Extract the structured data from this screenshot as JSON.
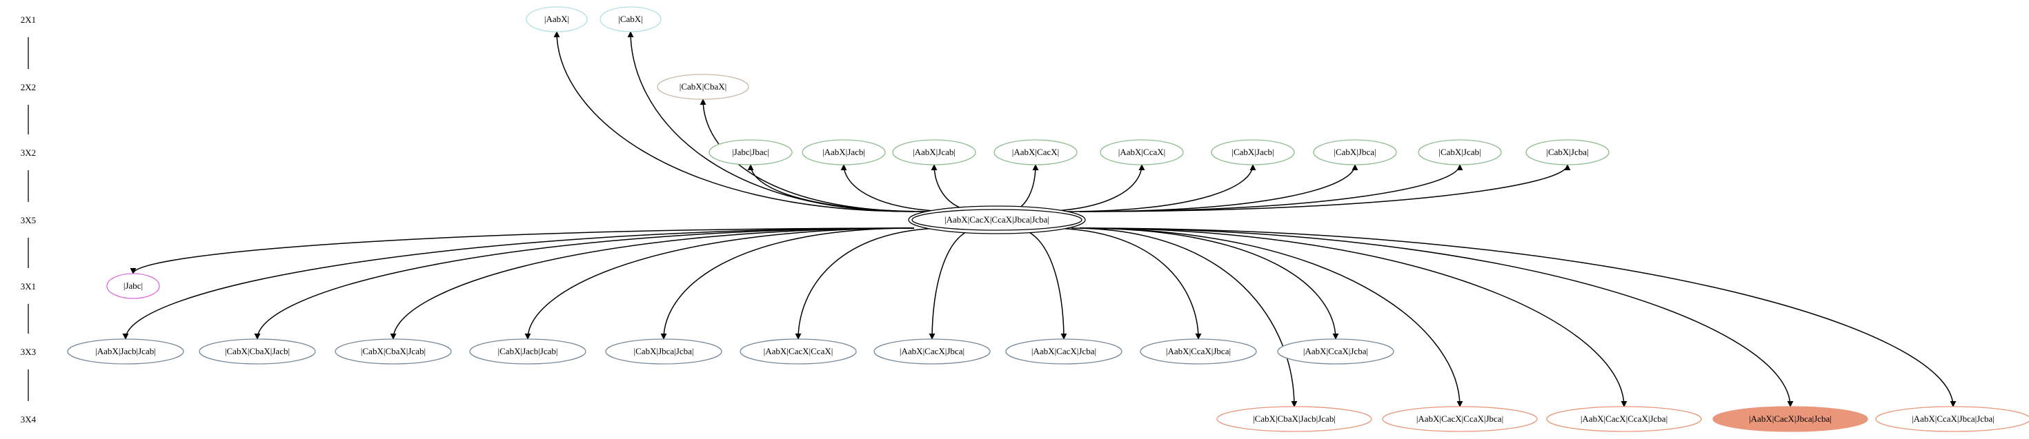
{
  "ranks": [
    "2X1",
    "2X2",
    "3X2",
    "3X5",
    "3X1",
    "3X3",
    "3X4"
  ],
  "colors": {
    "2X1": "#b0e0e6",
    "2X2": "#c8b9a8",
    "3X2": "#8fbc8f",
    "3X5": "#000000",
    "3X1": "#da70d6",
    "3X3": "#778899",
    "3X4": "#e9967a",
    "highlight_fill": "#e9967a"
  },
  "root": {
    "id": "root",
    "label": "|AabX|CacX|CcaX|Jbca|Jcba|",
    "rank": "3X5"
  },
  "nodes": [
    {
      "id": "n1",
      "label": "|AabX|",
      "rank": "2X1"
    },
    {
      "id": "n2",
      "label": "|CabX|",
      "rank": "2X1"
    },
    {
      "id": "n3",
      "label": "|CabX|CbaX|",
      "rank": "2X2"
    },
    {
      "id": "n4",
      "label": "|Jabc|Jbac|",
      "rank": "3X2"
    },
    {
      "id": "n5",
      "label": "|AabX|Jacb|",
      "rank": "3X2"
    },
    {
      "id": "n6",
      "label": "|AabX|Jcab|",
      "rank": "3X2"
    },
    {
      "id": "n7",
      "label": "|AabX|CacX|",
      "rank": "3X2"
    },
    {
      "id": "n8",
      "label": "|AabX|CcaX|",
      "rank": "3X2"
    },
    {
      "id": "n9",
      "label": "|CabX|Jacb|",
      "rank": "3X2"
    },
    {
      "id": "n10",
      "label": "|CabX|Jbca|",
      "rank": "3X2"
    },
    {
      "id": "n11",
      "label": "|CabX|Jcab|",
      "rank": "3X2"
    },
    {
      "id": "n12",
      "label": "|CabX|Jcba|",
      "rank": "3X2"
    },
    {
      "id": "n13",
      "label": "|Jabc|",
      "rank": "3X1"
    },
    {
      "id": "n14",
      "label": "|AabX|Jacb|Jcab|",
      "rank": "3X3"
    },
    {
      "id": "n15",
      "label": "|CabX|CbaX|Jacb|",
      "rank": "3X3"
    },
    {
      "id": "n16",
      "label": "|CabX|CbaX|Jcab|",
      "rank": "3X3"
    },
    {
      "id": "n17",
      "label": "|CabX|Jacb|Jcab|",
      "rank": "3X3"
    },
    {
      "id": "n18",
      "label": "|CabX|Jbca|Jcba|",
      "rank": "3X3"
    },
    {
      "id": "n19",
      "label": "|AabX|CacX|CcaX|",
      "rank": "3X3"
    },
    {
      "id": "n20",
      "label": "|AabX|CacX|Jbca|",
      "rank": "3X3"
    },
    {
      "id": "n21",
      "label": "|AabX|CacX|Jcba|",
      "rank": "3X3"
    },
    {
      "id": "n22",
      "label": "|AabX|CcaX|Jbca|",
      "rank": "3X3"
    },
    {
      "id": "n23",
      "label": "|AabX|CcaX|Jcba|",
      "rank": "3X3"
    },
    {
      "id": "n24",
      "label": "|CabX|CbaX|Jacb|Jcab|",
      "rank": "3X4"
    },
    {
      "id": "n25",
      "label": "|AabX|CacX|CcaX|Jbca|",
      "rank": "3X4"
    },
    {
      "id": "n26",
      "label": "|AabX|CacX|CcaX|Jcba|",
      "rank": "3X4"
    },
    {
      "id": "n27",
      "label": "|AabX|CacX|Jbca|Jcba|",
      "rank": "3X4",
      "filled": true
    },
    {
      "id": "n28",
      "label": "|AabX|CcaX|Jbca|Jcba|",
      "rank": "3X4"
    }
  ],
  "edges_from_root_to": [
    "n1",
    "n2",
    "n3",
    "n4",
    "n5",
    "n6",
    "n7",
    "n8",
    "n9",
    "n10",
    "n11",
    "n12",
    "n13",
    "n14",
    "n15",
    "n16",
    "n17",
    "n18",
    "n19",
    "n20",
    "n21",
    "n22",
    "n23",
    "n24",
    "n25",
    "n26",
    "n27",
    "n28"
  ]
}
